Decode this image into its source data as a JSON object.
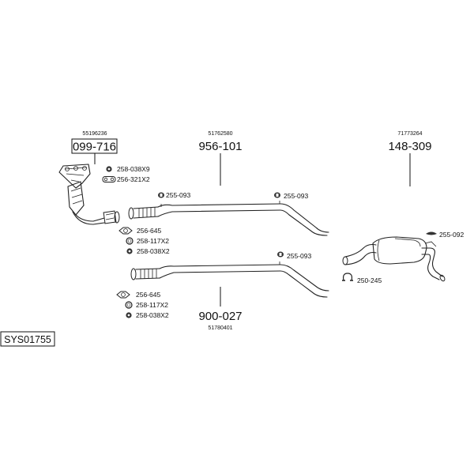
{
  "system_code": "SYS01755",
  "groups": {
    "manifold": {
      "oe_number": "55196236",
      "part_number": "099-716"
    },
    "front_pipe": {
      "oe_number": "51762580",
      "part_number": "956-101"
    },
    "rear_box": {
      "oe_number": "71773264",
      "part_number": "148-309"
    },
    "mid_pipe": {
      "oe_number": "51780401",
      "part_number": "900-027"
    }
  },
  "accessories": {
    "a1": "258-038X9",
    "a2": "256-321X2",
    "a3": "255-093",
    "a4": "255-093",
    "a5": "256-645",
    "a6": "258-117X2",
    "a7": "258-038X2",
    "a8": "255-093",
    "a9": "256-645",
    "a10": "258-117X2",
    "a11": "258-038X2",
    "a12": "255-092",
    "a13": "250-245"
  },
  "icons": {
    "nut": "nut-icon",
    "gasket": "gasket-icon",
    "ring": "ring-icon",
    "hanger": "rubber-hanger-icon",
    "clamp": "clamp-icon"
  }
}
